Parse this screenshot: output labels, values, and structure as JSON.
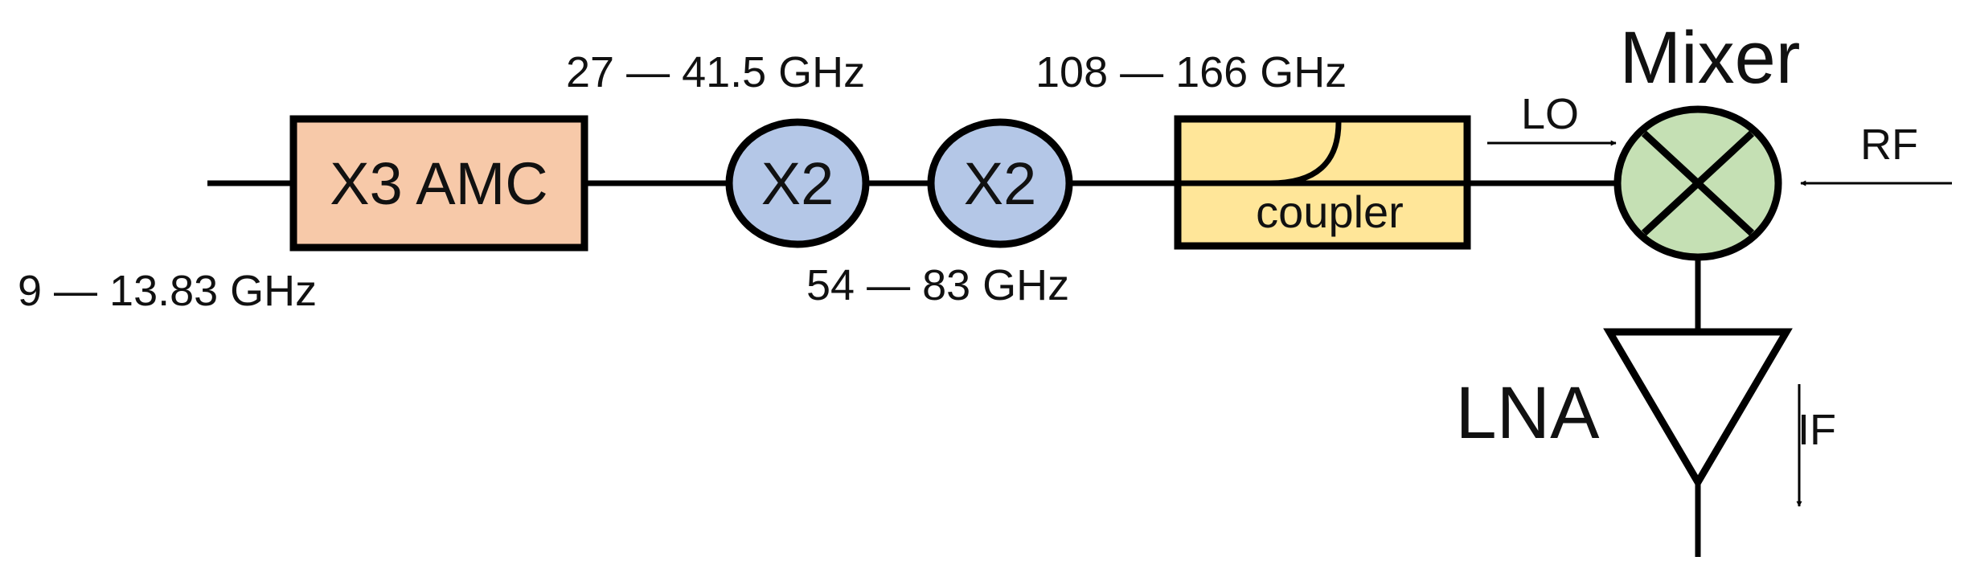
{
  "diagram": {
    "blocks": {
      "amc": {
        "label": "X3 AMC"
      },
      "doubler1": {
        "label": "X2"
      },
      "doubler2": {
        "label": "X2"
      },
      "coupler": {
        "label": "coupler"
      },
      "mixer": {
        "label": "Mixer"
      },
      "lna": {
        "label": "LNA"
      }
    },
    "frequencies": {
      "input": "9 — 13.83 GHz",
      "after_amc": "27 — 41.5 GHz",
      "after_doubler1": "54 — 83 GHz",
      "after_doubler2": "108 — 166 GHz"
    },
    "ports": {
      "lo": "LO",
      "rf": "RF",
      "if": "IF"
    },
    "colors": {
      "amc_fill": "#f7c9a9",
      "doubler_fill": "#b4c7e7",
      "coupler_fill": "#ffe699",
      "mixer_fill": "#c5e0b4",
      "stroke": "#000000"
    }
  }
}
